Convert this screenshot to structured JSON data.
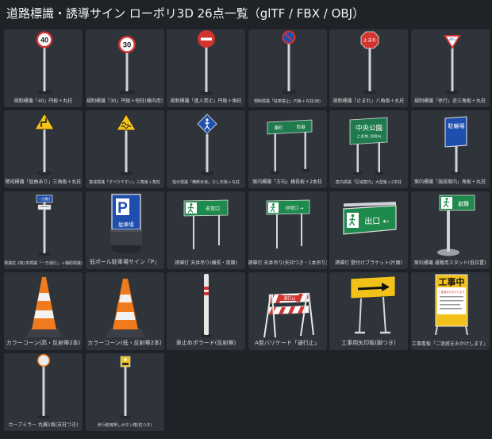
{
  "title": "道路標識・誘導サイン ローポリ3D 26点一覧（glTF / FBX / OBJ）",
  "items": [
    {
      "caption": "規制標識「40」円板＋丸柱",
      "sign_text": "40"
    },
    {
      "caption": "規制標識「30」円板＋短柱(横内用)",
      "sign_text": "30"
    },
    {
      "caption": "規制標識「進入禁止」円板＋角柱"
    },
    {
      "caption": "規制標識「駐車禁止」円板＋丸柱(両)"
    },
    {
      "caption": "規制標識「止まれ」八角板＋丸柱",
      "sign_text": "止まれ"
    },
    {
      "caption": "規制標識「徐行」逆三角板＋丸柱",
      "sign_text": "徐行"
    },
    {
      "caption": "警戒標識「屈曲あり」三角板＋丸柱"
    },
    {
      "caption": "警戒標識「すべりやすい」三角板＋角柱"
    },
    {
      "caption": "指示標識「横断歩道」ひし形板＋丸柱"
    },
    {
      "caption": "案内標識「方向」横長板＋2本柱",
      "sign_text_left": "東町",
      "sign_text_right": "西港"
    },
    {
      "caption": "案内標識「区域案内」大型板＋2本柱",
      "sign_text_line1": "中央公園",
      "sign_text_line2": "この先 300m"
    },
    {
      "caption": "案内標識「施設案内」角板＋丸柱",
      "sign_text": "駐輪場"
    },
    {
      "caption": "標識柱 2枚(本標識「一方通行」＋補助標識)",
      "sign_text": "一方通行"
    },
    {
      "caption": "低ポール駐車場サイン「P」",
      "sign_text_top": "P",
      "sign_text_bottom": "駐車場"
    },
    {
      "caption": "誘導灯 天井吊り(横長・両面)",
      "sign_text": "非常口"
    },
    {
      "caption": "誘導灯 天井吊り(矢印つき・1本吊り)",
      "sign_text": "非常口 →"
    },
    {
      "caption": "誘導灯 壁付けブラケット(片面)",
      "sign_text": "出口 ←"
    },
    {
      "caption": "案内標識 通路用スタンド(低位置)",
      "sign_text": "避難"
    },
    {
      "caption": "カラーコーン(高・反射帯2本)"
    },
    {
      "caption": "カラーコーン(低・反射帯2本)"
    },
    {
      "caption": "車止めポラード(反射帯)"
    },
    {
      "caption": "A型バリケード「通行止」",
      "sign_text": "通行止"
    },
    {
      "caption": "工事用矢印板(脚つき)"
    },
    {
      "caption": "工事看板「ご迷惑をおかけします」",
      "sign_text_top": "工事中",
      "sign_text_body": "ご迷惑をおかけします"
    },
    {
      "caption": "カーブミラー 丸鏡1枚(支柱つき)"
    },
    {
      "caption": "歩行者用押しボタン箱(柱つき)"
    }
  ]
}
